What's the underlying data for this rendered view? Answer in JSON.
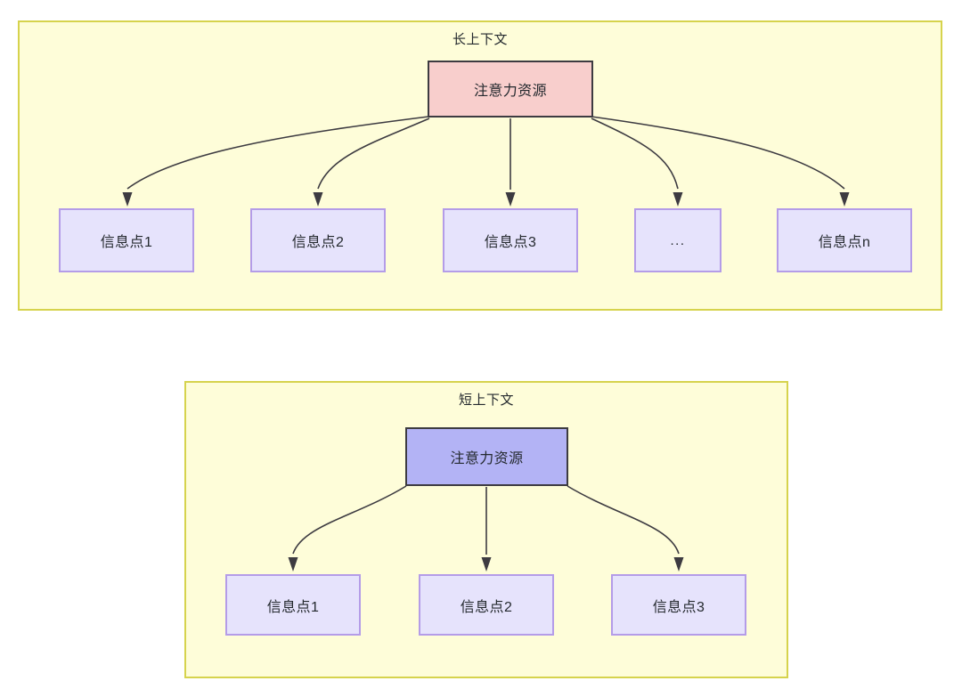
{
  "diagram": {
    "type": "flowchart",
    "panels": [
      {
        "id": "long-context",
        "title": "长上下文",
        "root": {
          "label": "注意力资源",
          "fill": "#f8cecc",
          "stroke": "#3d3b41"
        },
        "children": [
          {
            "label": "信息点1"
          },
          {
            "label": "信息点2"
          },
          {
            "label": "信息点3"
          },
          {
            "label": "..."
          },
          {
            "label": "信息点n"
          }
        ]
      },
      {
        "id": "short-context",
        "title": "短上下文",
        "root": {
          "label": "注意力资源",
          "fill": "#b3b3f5",
          "stroke": "#3d3b41"
        },
        "children": [
          {
            "label": "信息点1"
          },
          {
            "label": "信息点2"
          },
          {
            "label": "信息点3"
          }
        ]
      }
    ],
    "colors": {
      "panel_fill": "#fefdd9",
      "panel_stroke": "#d6d34d",
      "info_fill": "#e6e3fc",
      "info_stroke": "#b49ce8",
      "edge_stroke": "#3d3b41",
      "attention_long_fill": "#f8cecc",
      "attention_short_fill": "#b3b3f5"
    }
  }
}
